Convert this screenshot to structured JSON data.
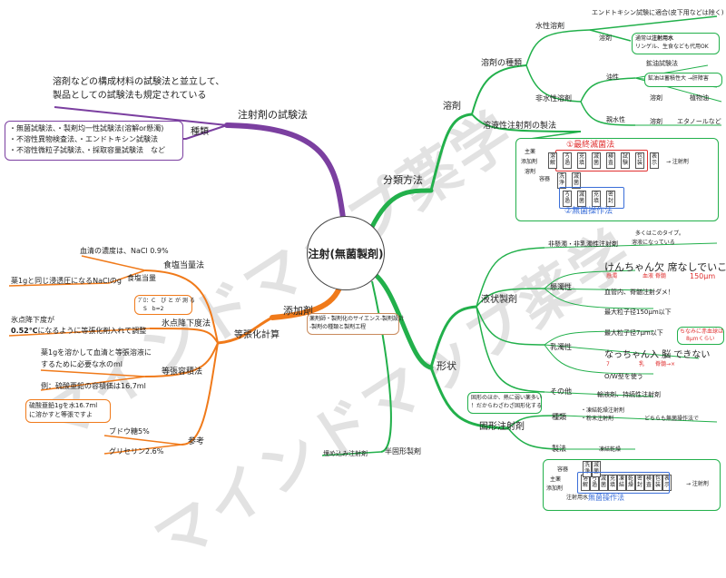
{
  "center": "注射(無菌製剤)",
  "watermark": "マインドマップ薬学",
  "colors": {
    "purple": "#7b3fa0",
    "orange": "#f07a1a",
    "green": "#22b04b",
    "center_border": "#444",
    "red": "#e03030",
    "blue": "#3a6ed8"
  },
  "test_methods": {
    "title": "注射剤の試験法",
    "note_line1": "溶剤などの構成材料の試験法と並立して、",
    "note_line2": "製品としての試験法も規定されている",
    "kinds_label": "種類",
    "kinds_line1": "・無菌試験法、・製剤均一性試験法(溶解or懸濁)",
    "kinds_line2": "・不溶性異物検査法、・エンドトキシン試験法",
    "kinds_line3": "・不溶性微粒子試験法、・採取容量試験法　など"
  },
  "additives": {
    "title": "添加剤",
    "callout_line1": "薬剤師・製剤化のサイエンス-製剤設計",
    "callout_line2": "-製剤の種類と製剤工程",
    "isotonic": {
      "title": "等張化計算",
      "salt_equiv": {
        "title": "食塩当量法",
        "nacl": "血清の濃度は、NaCl 0.9%",
        "label": "食塩当量",
        "desc": "薬1gと同じ浸透圧になるNaClのg"
      },
      "fp": {
        "title": "氷点降下度法",
        "formula_line1": "ﾌﾞﾛ：C　び と が 測 る",
        "formula_line2": "S　b=2",
        "desc_line1": "氷点降下度が",
        "desc_line2_bold": "0.52℃",
        "desc_line2_rest": "になるように等張化剤入れて調整"
      },
      "vol": {
        "title": "等張容積法",
        "desc_line1": "薬1gを溶かして血清と等張溶液に",
        "desc_line2": "するために必要な水のml",
        "example": "例：硫酸亜鉛の容積価は16.7ml",
        "callout_line1": "硫酸亜鉛1gを水16.7ml",
        "callout_line2": "に溶かすと等張ですよ"
      },
      "ref": {
        "title": "参考",
        "glucose": "ブドウ糖5%",
        "glycerin": "グリセリン2.6%"
      }
    }
  },
  "classification": {
    "title": "分類方法",
    "solvent": {
      "title": "溶剤",
      "kinds": {
        "title": "溶剤の種類",
        "aqueous": {
          "title": "水性溶剤",
          "endotoxin": "エンドトキシン試験に適合(皮下用などは除く)",
          "solvent_label": "溶剤",
          "box_line1_pre": "通常は",
          "box_line1_bold": "注射用水",
          "box_line2": "リンゲル、生食なども代用OK"
        },
        "nonaqueous": {
          "title": "非水性溶剤",
          "oily": "油性",
          "oily_test": "鉱油試験法",
          "oily_box": "鉱油は蓄積性大 →肝障害",
          "oily_solvent": "溶剤",
          "oily_vegetable": "植物油",
          "hydrophilic": "親水性",
          "hyd_solvent": "溶剤",
          "ethanol": "エタノールなど"
        }
      },
      "soluble_method": {
        "title": "溶液性注射剤の製法",
        "main_label": "主薬",
        "additive_label": "添加剤",
        "solvent_label": "溶剤",
        "final_sterilization": "①最終滅菌法",
        "aseptic": "②無菌操作法",
        "container_label": "容器",
        "product": "→ 注射剤",
        "steps_top": [
          "溶解",
          "ろ過",
          "充填",
          "滅菌",
          "検査",
          "試験",
          "包装",
          "表示"
        ],
        "steps_mid": [
          "洗浄",
          "滅菌"
        ],
        "steps_bot": [
          "ろ過",
          "滅菌",
          "充填",
          "密封"
        ]
      }
    }
  },
  "forms": {
    "title": "形状",
    "liquid": {
      "title": "液状製剤",
      "non_suspension": "非懸濁・非乳濁性注射剤",
      "non_suspension_note1": "多くはこのタイプ。",
      "non_suspension_note2": "溶液になっている",
      "suspension": "懸濁性",
      "mnemonic_a": "けんちゃん欠 席なしでいこう",
      "mnemonic_a_sub1": "懸濁",
      "mnemonic_a_sub2": "血液 脊髄",
      "mnemonic_a_size": "150μm",
      "susp_1": "血管内、脊髄注射ダメ！",
      "susp_2": "最大粒子径150μm以下",
      "emulsion": "乳濁性",
      "emul_1": "最大粒子径7μm以下",
      "emul_note1": "ちなみに赤血球は",
      "emul_note2": "8μmくらい",
      "mnemonic_b": "なっちゃん入 脳 できない",
      "mnemonic_b_sub1": "7",
      "mnemonic_b_sub2": "乳",
      "mnemonic_b_sub3": "脊髄→×",
      "emul_2": "O/W型を使う",
      "other": "その他",
      "other_1": "輸液剤、持続性注射剤"
    },
    "solid": {
      "title": "固形注射剤",
      "callout_line1": "固形のほか、熱に弱い薬多い",
      "callout_line2": "！だからわざわざ固形化する",
      "kinds_label": "種類",
      "kinds_1": "・凍結乾燥注射剤",
      "kinds_2": "・粉末注射剤",
      "kinds_3": "どちらも無菌操作法で",
      "method_label": "製法",
      "method_1": "凍結乾燥",
      "main_label": "主薬",
      "additive_label": "添加剤",
      "container_label": "容器",
      "water_label": "注射用水",
      "product": "→ 注射剤",
      "aseptic": "無菌操作法",
      "steps": [
        "溶解",
        "ろ過",
        "滅菌",
        "充填",
        "凍結",
        "乾燥",
        "密封",
        "検査",
        "包装",
        "表示"
      ],
      "steps_pre": [
        "洗浄",
        "滅菌"
      ]
    },
    "semi_solid": {
      "title": "半固形製剤",
      "implant": "埋め込み注射剤"
    }
  }
}
